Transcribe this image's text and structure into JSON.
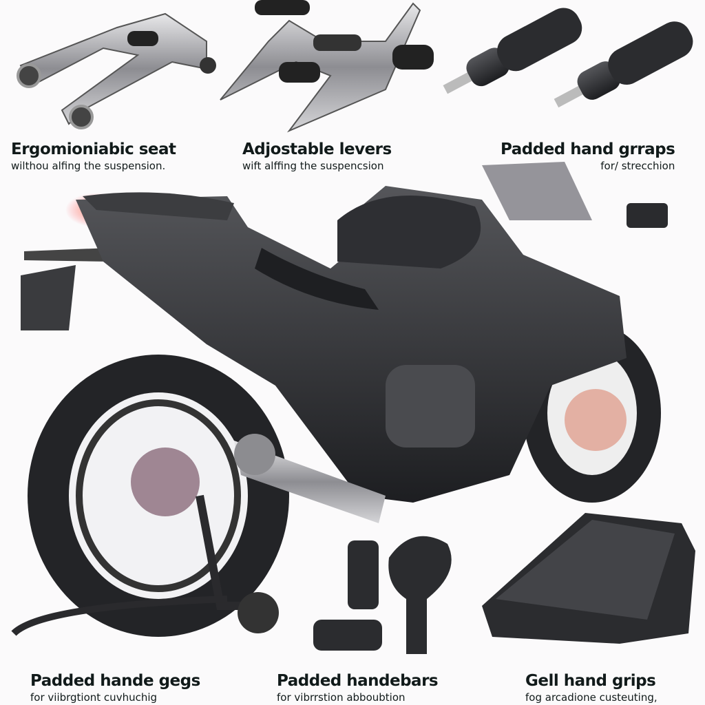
{
  "top_labels": [
    {
      "title": "Ergomioniabic seat",
      "subtitle": "wilthou alfing the suspension."
    },
    {
      "title": "Adjostable levers",
      "subtitle": "wift alffing the suspencsion"
    },
    {
      "title": "Padded hand grraps",
      "subtitle": "for/ strecchion"
    }
  ],
  "bottom_labels": [
    {
      "title": "Padded hande gegs",
      "subtitle": "for viibrgtiont cuvhuchig"
    },
    {
      "title": "Padded handebars",
      "subtitle": "for vibrrstion abboubtion"
    },
    {
      "title": "Gell hand grips",
      "subtitle": "fog arcadione custeuting,"
    }
  ],
  "colors": {
    "background": "#fbfafb",
    "body": "#2a2b2e",
    "chrome": "#a9a9ad",
    "accent_light": "#f0a070",
    "text": "#111a1a"
  }
}
